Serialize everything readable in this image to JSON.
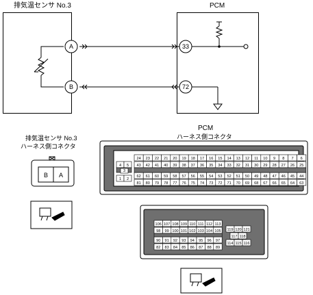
{
  "schematic": {
    "sensor_title": "排気温センサ No.3",
    "pcm_title": "PCM",
    "terminals": {
      "a": "A",
      "b": "B",
      "t33": "33",
      "t72": "72"
    }
  },
  "connectors": {
    "sensor_connector_title": [
      "排気温センサ No.3",
      "ハーネス側コネクタ"
    ],
    "sensor_connector_pins": [
      "B",
      "A"
    ],
    "pcm_connector_title": [
      "PCM",
      "ハーネス側コネクタ"
    ],
    "pcm_main_rows": [
      [
        "24",
        "23",
        "22",
        "21",
        "20",
        "19",
        "18",
        "17",
        "16",
        "15",
        "14",
        "13",
        "12",
        "11",
        "10",
        "9",
        "8",
        "7",
        "6"
      ],
      [
        "43",
        "42",
        "41",
        "40",
        "39",
        "38",
        "37",
        "36",
        "35",
        "34",
        "33",
        "32",
        "31",
        "30",
        "29",
        "28",
        "27",
        "26",
        "25"
      ],
      [
        "62",
        "61",
        "60",
        "59",
        "58",
        "57",
        "56",
        "55",
        "54",
        "53",
        "52",
        "51",
        "50",
        "49",
        "48",
        "47",
        "46",
        "45",
        "44"
      ],
      [
        "81",
        "80",
        "79",
        "78",
        "77",
        "76",
        "75",
        "74",
        "73",
        "72",
        "71",
        "70",
        "69",
        "68",
        "67",
        "66",
        "65",
        "64",
        "63"
      ]
    ],
    "pcm_main_left_pins": [
      "4",
      "5",
      "3",
      "1",
      "2"
    ],
    "pcm_sub_rows": [
      [
        "106",
        "107",
        "108",
        "109",
        "110",
        "111",
        "112",
        "113"
      ],
      [
        "98",
        "99",
        "100",
        "101",
        "102",
        "103",
        "104",
        "105"
      ],
      [
        "90",
        "91",
        "92",
        "93",
        "94",
        "95",
        "96",
        "97"
      ],
      [
        "82",
        "83",
        "84",
        "85",
        "86",
        "87",
        "88",
        "89"
      ]
    ],
    "pcm_sub_right_pins": [
      [
        "119",
        "120",
        "121"
      ],
      [
        "117",
        "118"
      ],
      [
        "114",
        "115",
        "116"
      ]
    ]
  }
}
